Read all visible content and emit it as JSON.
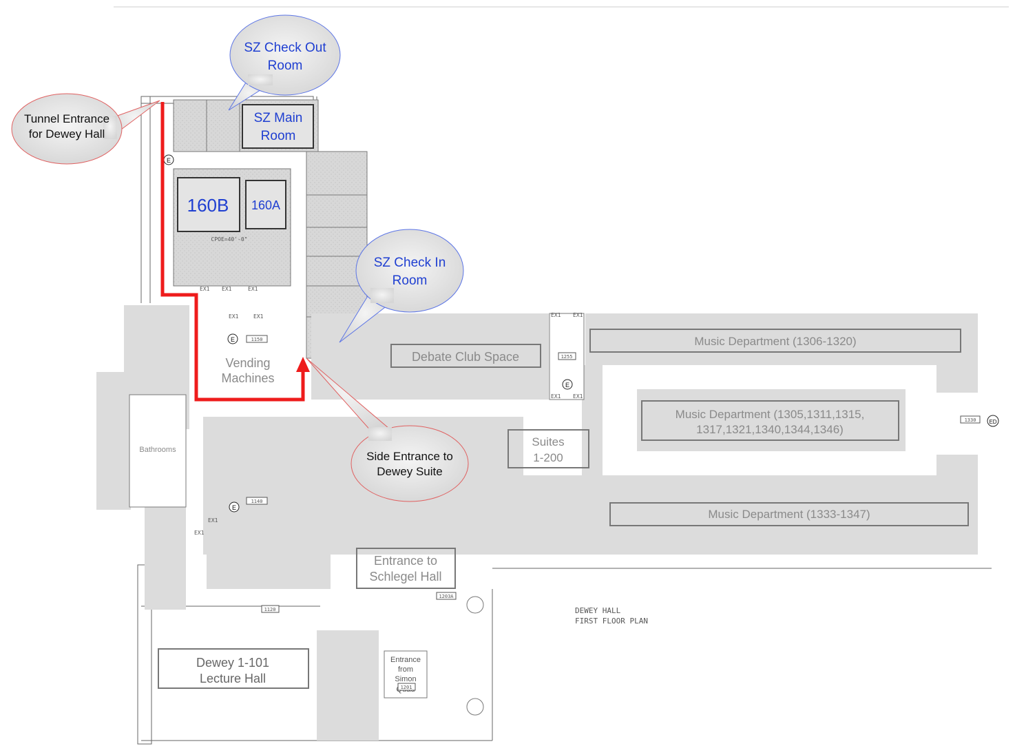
{
  "floorplan_title": [
    "DEWEY HALL",
    "FIRST FLOOR PLAN"
  ],
  "callouts": {
    "tunnel_entrance": [
      "Tunnel Entrance",
      "for Dewey Hall"
    ],
    "sz_check_out": [
      "SZ Check Out",
      "Room"
    ],
    "sz_check_in": [
      "SZ Check In",
      "Room"
    ],
    "side_entrance": [
      "Side Entrance to",
      "Dewey Suite"
    ]
  },
  "rooms": {
    "sz_main_room": [
      "SZ Main",
      "Room"
    ],
    "room_160b": "160B",
    "room_160a": "160A",
    "vending": [
      "Vending",
      "Machines"
    ],
    "bathrooms": "Bathrooms",
    "debate_club": "Debate Club Space",
    "music_1306": "Music Department (1306-1320)",
    "music_1305": [
      "Music Department (1305,1311,1315,",
      "1317,1321,1340,1344,1346)"
    ],
    "suites": [
      "Suites",
      "1-200"
    ],
    "music_1333": "Music Department (1333-1347)",
    "schlegel": [
      "Entrance to",
      "Schlegel Hall"
    ],
    "lecture_hall": [
      "Dewey 1-101",
      "Lecture Hall"
    ],
    "simon_quad": [
      "Entrance",
      "from",
      "Simon",
      "Quad"
    ]
  },
  "plan_marks": {
    "cpoe": "CPOE=40'-0\"",
    "exit_marker": "E",
    "exit_door_marker": "ED",
    "exit_tag": "EX1",
    "room_1150": "1150",
    "room_1140": "1140",
    "room_1120": "1120",
    "room_1203a": "1203A",
    "room_1201": "1201",
    "room_1330": "1330",
    "room_1255": "1255"
  },
  "colors": {
    "route_red": "#ee1c1c",
    "corridor_gray": "#dcdcdc",
    "hatch_gray": "#cfcfcf",
    "label_blue": "#1f3fd1",
    "callout_blue_stroke": "#5b74e6",
    "callout_red_stroke": "#e06060"
  }
}
